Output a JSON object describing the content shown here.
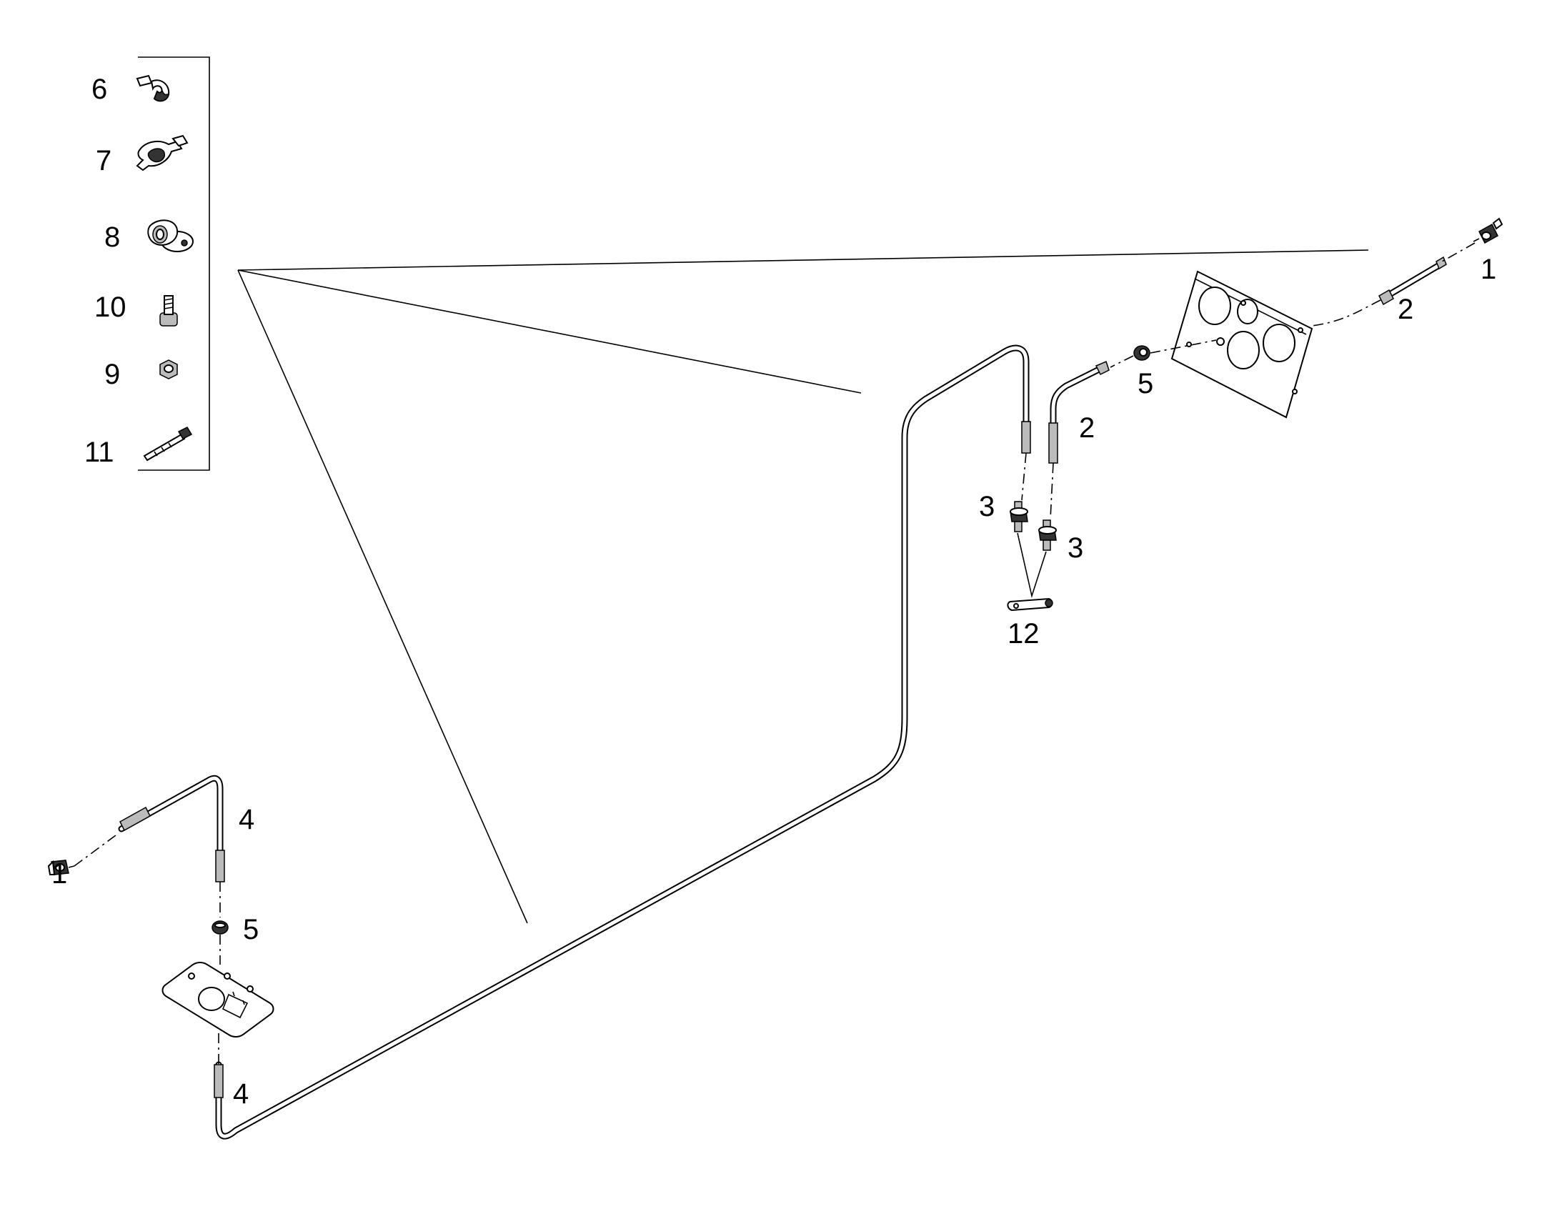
{
  "legend": {
    "items": [
      {
        "number": "6",
        "icon": "pipe-clip-icon"
      },
      {
        "number": "7",
        "icon": "pipe-clamp-icon"
      },
      {
        "number": "8",
        "icon": "cushioned-clamp-icon"
      },
      {
        "number": "10",
        "icon": "bolt-icon"
      },
      {
        "number": "9",
        "icon": "nut-icon"
      },
      {
        "number": "11",
        "icon": "cable-tie-icon"
      }
    ]
  },
  "callouts": {
    "c1_right": "1",
    "c2_right": "2",
    "c5_right": "5",
    "c2_mid": "2",
    "c3_left": "3",
    "c3_right": "3",
    "c12": "12",
    "c4_top": "4",
    "c1_left": "1",
    "c5_left": "5",
    "c4_bottom": "4"
  }
}
